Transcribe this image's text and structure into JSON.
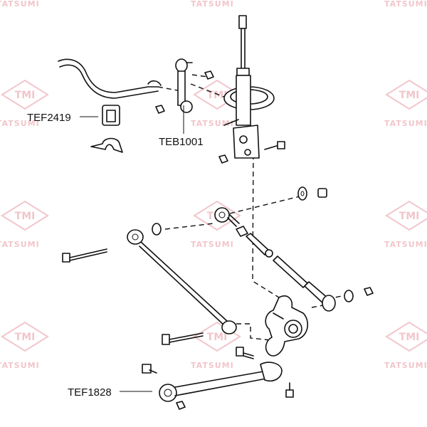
{
  "watermark": {
    "brand": "TATSUMI",
    "logo": "TMI",
    "color": "#f1c6cb"
  },
  "parts": [
    {
      "label": "TEF2419"
    },
    {
      "label": "TEB1001"
    },
    {
      "label": "TEF1828"
    }
  ]
}
